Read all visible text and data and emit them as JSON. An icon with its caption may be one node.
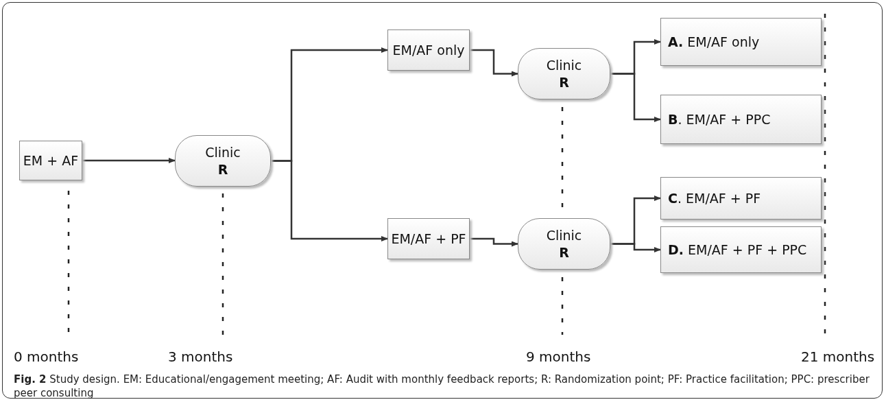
{
  "diagram": {
    "caption": "**Fig. 2** Study design. EM: Educational/engagement meeting; AF: Audit with monthly feedback reports; R: Randomization point; PF: Practice facilitation; PPC: prescriber peer consulting",
    "nodes": [
      {
        "text": [
          "EM + AF"
        ]
      },
      {
        "text": [
          "Clinic",
          "R"
        ]
      },
      {
        "text": [
          "EM/AF only"
        ]
      },
      {
        "text": [
          "EM/AF + PF"
        ]
      },
      {
        "text": [
          "Clinic",
          "R"
        ]
      },
      {
        "text": [
          "Clinic",
          "R"
        ]
      },
      {
        "text": [
          "**A.** EM/AF only"
        ]
      },
      {
        "text": [
          "**B**. EM/AF + PPC"
        ]
      },
      {
        "text": [
          "**C**. EM/AF + PF"
        ]
      },
      {
        "text": [
          "**D.** EM/AF + PF + PPC"
        ]
      }
    ],
    "edges": [
      {
        "from": 0,
        "to": 1,
        "arrow": "to"
      },
      {
        "from": 1,
        "to": 2,
        "arrow": "to"
      },
      {
        "from": 1,
        "to": 3,
        "arrow": "to"
      },
      {
        "from": 2,
        "to": 4,
        "arrow": "to"
      },
      {
        "from": 3,
        "to": 5,
        "arrow": "to"
      },
      {
        "from": 4,
        "to": 6,
        "arrow": "to"
      },
      {
        "from": 4,
        "to": 7,
        "arrow": "to"
      },
      {
        "from": 5,
        "to": 8,
        "arrow": "to"
      },
      {
        "from": 5,
        "to": 9,
        "arrow": "to"
      }
    ],
    "labels": [
      "0 months",
      "3 months",
      "9 months",
      "21 months"
    ]
  }
}
